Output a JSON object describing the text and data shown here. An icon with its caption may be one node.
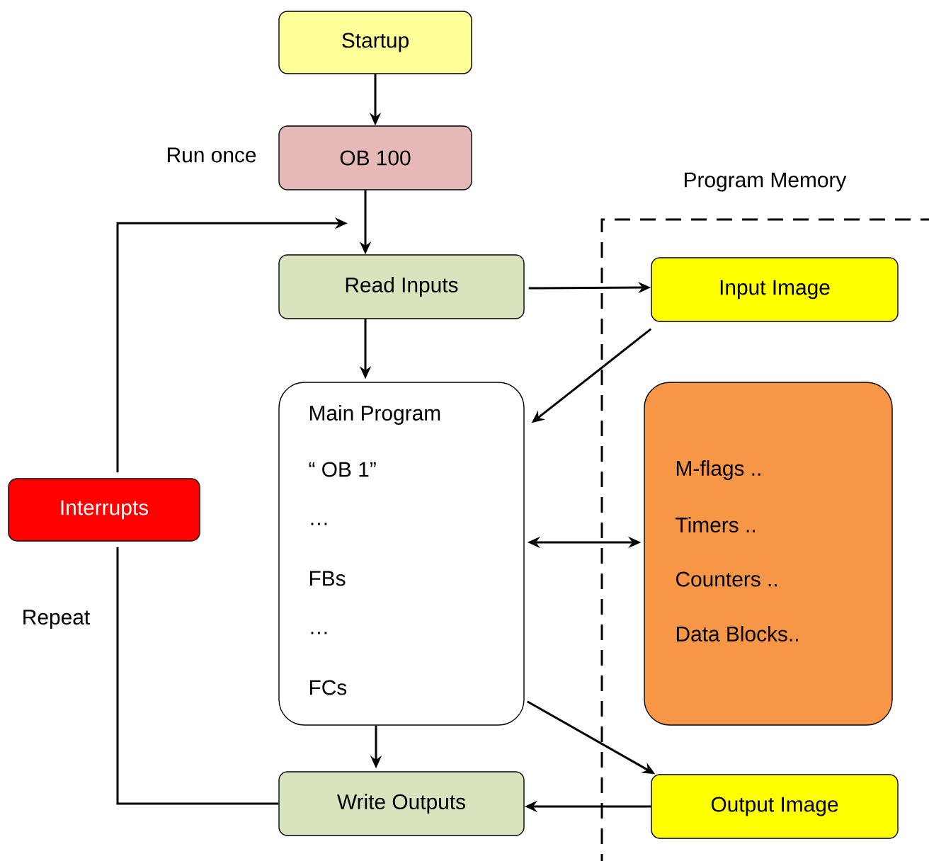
{
  "diagram": {
    "nodes": [
      {
        "text": [
          "Startup"
        ]
      },
      {
        "text": [
          "OB 100"
        ],
        "beside": [
          "Run once"
        ]
      },
      {
        "text": [
          "Program Memory"
        ]
      },
      {
        "text": [
          "Read Inputs"
        ]
      },
      {
        "text": [
          "Input Image"
        ],
        "in": 2
      },
      {
        "text": [
          "Main Program",
          "“ OB 1”",
          "…",
          "FBs",
          "…",
          "FCs"
        ]
      },
      {
        "text": [
          "M-flags ..",
          "Timers ..",
          "Counters ..",
          "Data Blocks.."
        ],
        "in": 2
      },
      {
        "text": [
          "Interrupts"
        ]
      },
      {
        "text": [
          "Write Outputs"
        ]
      },
      {
        "text": [
          "Output Image"
        ],
        "in": 2
      }
    ],
    "edges": [
      {
        "from": 0,
        "to": 1,
        "arrow": "to"
      },
      {
        "from": 1,
        "to": 3,
        "arrow": "to"
      },
      {
        "from": 3,
        "to": 4,
        "arrow": "to"
      },
      {
        "from": 4,
        "to": 5,
        "arrow": "to"
      },
      {
        "from": 3,
        "to": 5,
        "arrow": "to"
      },
      {
        "from": 5,
        "to": 6,
        "arrow": "both"
      },
      {
        "from": 5,
        "to": 8,
        "arrow": "to"
      },
      {
        "from": 5,
        "to": 9,
        "arrow": "to"
      },
      {
        "from": 9,
        "to": 8,
        "arrow": "to"
      },
      {
        "from": 8,
        "to": 7,
        "arrow": "none",
        "label": "Repeat"
      },
      {
        "from": 7,
        "to": 3,
        "arrow": "to"
      }
    ]
  }
}
